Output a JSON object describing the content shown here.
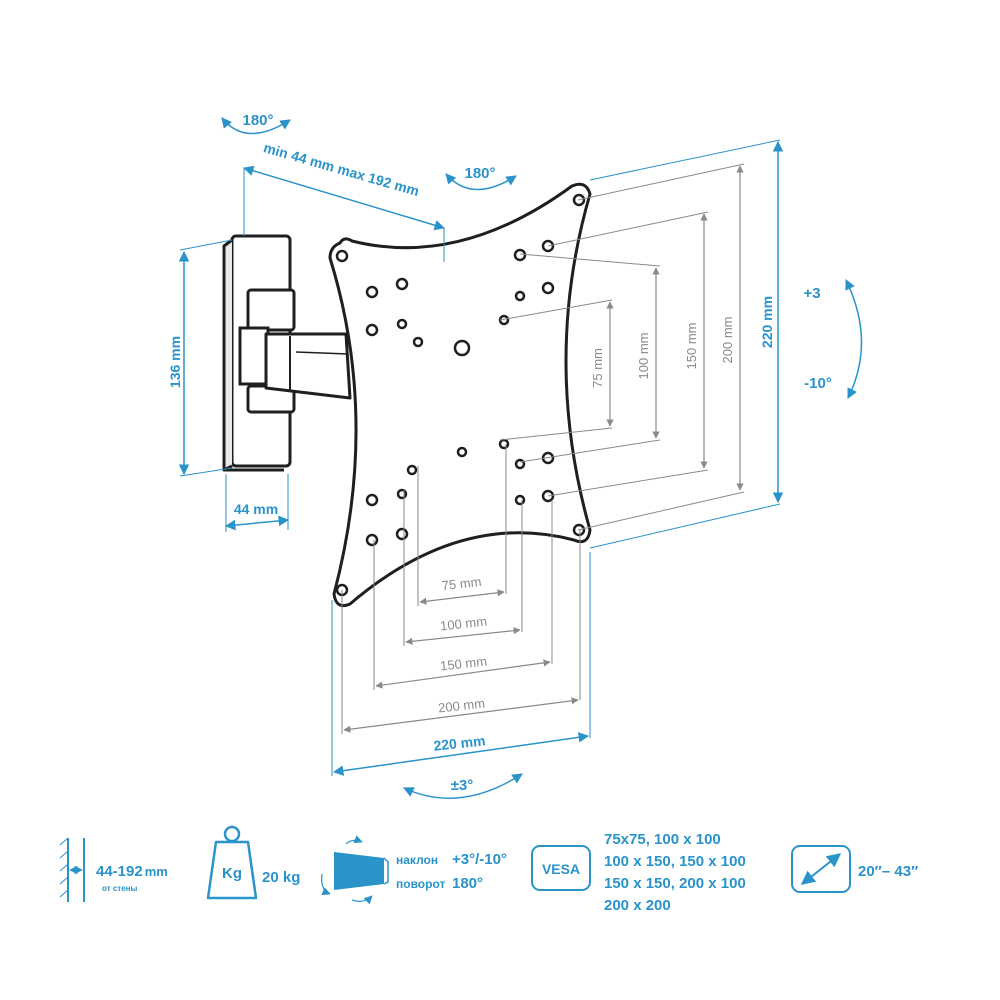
{
  "colors": {
    "accent": "#2a93c9",
    "metal": "#3a3a3a",
    "dim_gray": "#8a8a8a"
  },
  "rotation": {
    "top_left": "180°",
    "top_mid": "180°",
    "bottom": "±3°"
  },
  "tilt": {
    "up": "+3",
    "down": "-10°"
  },
  "dimensions": {
    "arm_extension": "min 44 mm max 192 mm",
    "wall_height": "136 mm",
    "wall_depth": "44 mm",
    "plate_height": "220 mm",
    "plate_width": "220 mm",
    "v75": "75 mm",
    "v100": "100 mm",
    "v150": "150 mm",
    "v200": "200 mm",
    "h75": "75 mm",
    "h100": "100 mm",
    "h150": "150 mm",
    "h200": "200 mm"
  },
  "specs": {
    "distance_value": "44-192",
    "distance_unit": "mm",
    "distance_caption": "от стены",
    "weight_icon_label": "Kg",
    "weight_value": "20 kg",
    "tilt_label": "наклон",
    "tilt_value": "+3°/-10°",
    "swivel_label": "поворот",
    "swivel_value": "180°",
    "vesa_badge": "VESA",
    "vesa_lines": [
      "75x75, 100 x 100",
      "100 x 150, 150 x 100",
      "150 x 150, 200 x 100",
      "200 x 200"
    ],
    "screen_size": "20″– 43″"
  }
}
